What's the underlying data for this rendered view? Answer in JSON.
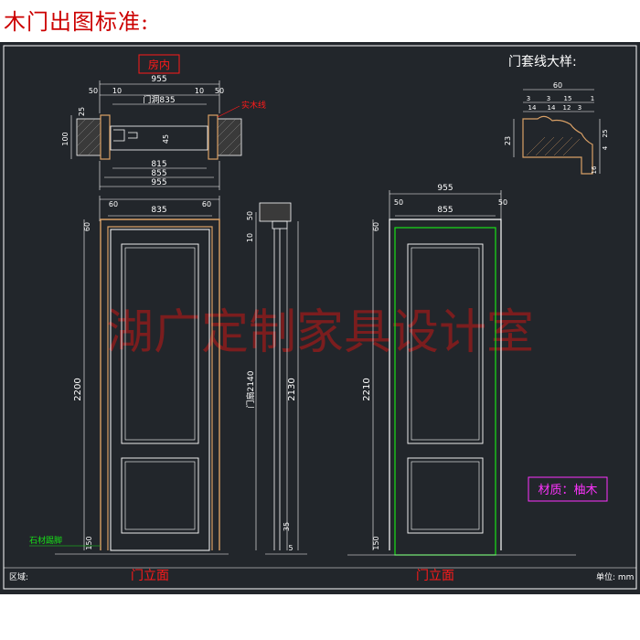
{
  "page_title": "木门出图标准:",
  "room_label": "房内",
  "detail_title": "门套线大样:",
  "watermark": "湖广定制家具设计室",
  "material": "材质：柚木",
  "footer_left": "区域:",
  "footer_right": "单位: mm",
  "colors": {
    "background": "#22262b",
    "line": "#ffffff",
    "dim": "#ffffff",
    "red": "#ff1a1a",
    "wood": "#d9a066",
    "green": "#18e018",
    "magenta": "#ff33ff",
    "watermark": "#8b1c1c"
  },
  "plan": {
    "dim_top": "955",
    "dim_small_l": "50",
    "dim_small_l2": "10",
    "dim_small_r": "10",
    "dim_small_r2": "50",
    "dim_opening": "门洞835",
    "dim_25": "25",
    "dim_100": "100",
    "dim_45": "45",
    "note_wood": "实木线",
    "dim_815": "815",
    "dim_855": "855",
    "dim_955b": "955"
  },
  "elevation_left": {
    "dim_60l": "60",
    "dim_835": "835",
    "dim_60r": "60",
    "dim_60v": "60",
    "dim_height": "2200",
    "dim_base": "150",
    "note_base": "石材踢脚",
    "title": "门立面"
  },
  "section": {
    "dim_50": "50",
    "dim_10": "10",
    "dim_door": "门扇2140",
    "dim_total": "2130",
    "dim_35": "35",
    "dim_5": "5"
  },
  "elevation_right": {
    "dim_955": "955",
    "dim_50l": "50",
    "dim_855": "855",
    "dim_50r": "50",
    "dim_60v": "60",
    "dim_height": "2210",
    "dim_base": "150",
    "title": "门立面"
  },
  "profile": {
    "dim_60": "60",
    "dim_3a": "3",
    "dim_3b": "3",
    "dim_15": "15",
    "dim_12": "12",
    "dim_14": "14",
    "dim_14b": "14",
    "dim_3c": "3",
    "dim_23": "23",
    "dim_1": "1",
    "dim_25": "25",
    "dim_16": "16",
    "dim_4": "4"
  }
}
